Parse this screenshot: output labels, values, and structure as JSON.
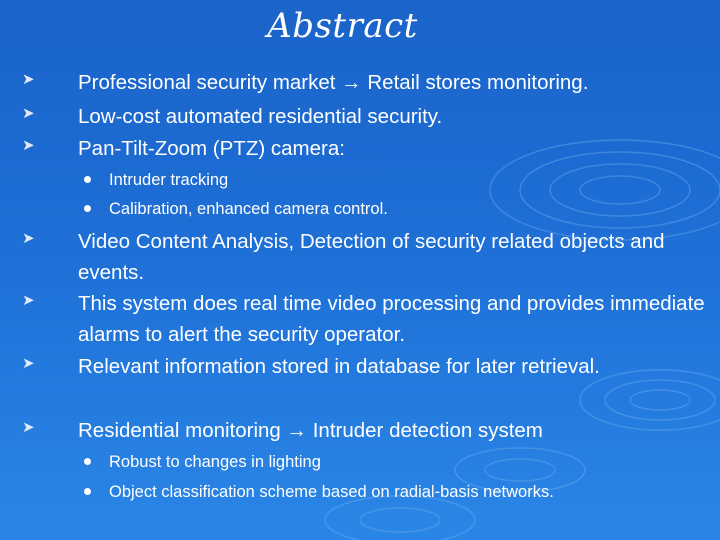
{
  "slide": {
    "title": "Abstract",
    "bullets": [
      {
        "level": 1,
        "text": "Professional security market → Retail stores monitoring."
      },
      {
        "level": 1,
        "text": "Low-cost automated residential security."
      },
      {
        "level": 1,
        "text": "Pan-Tilt-Zoom (PTZ) camera:"
      },
      {
        "level": 2,
        "text": "Intruder tracking"
      },
      {
        "level": 2,
        "text": "Calibration, enhanced camera control."
      },
      {
        "level": 1,
        "text": "Video Content Analysis, Detection of security related objects and events."
      },
      {
        "level": 1,
        "text": "This system does real time video processing and provides immediate alarms to alert the security operator."
      },
      {
        "level": 1,
        "text": "Relevant information stored in database  for later retrieval."
      },
      {
        "level": 1,
        "text": "Residential monitoring → Intruder detection system"
      },
      {
        "level": 2,
        "text": "Robust to changes in lighting"
      },
      {
        "level": 2,
        "text": "Object classification scheme based on radial-basis networks."
      }
    ]
  },
  "icons": {
    "level1_bullet": "arrowhead-bullet-icon",
    "level2_bullet": "dot-bullet-icon"
  },
  "colors": {
    "background_top": "#1a63c9",
    "background_bottom": "#2a86e6",
    "text": "#ffffff"
  }
}
